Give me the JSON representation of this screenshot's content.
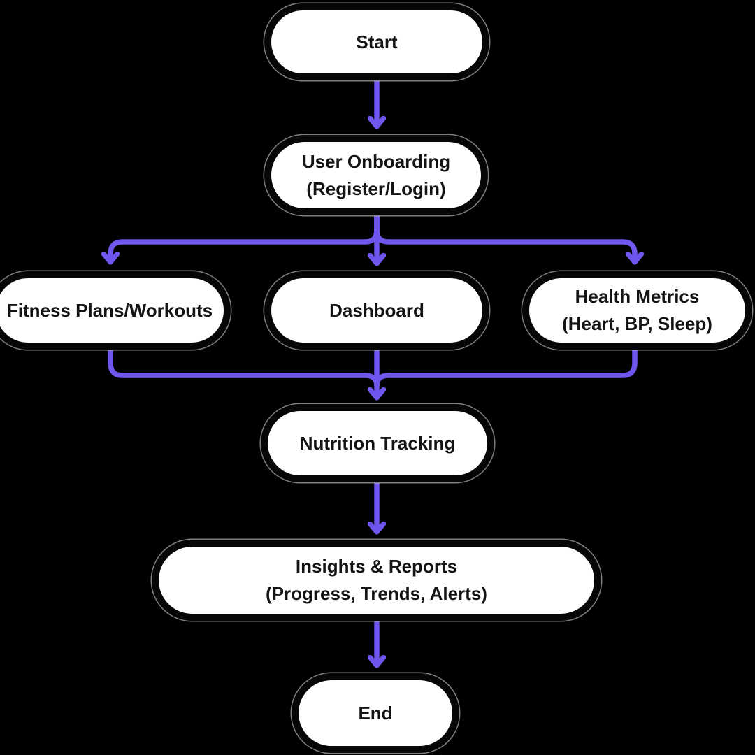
{
  "colors": {
    "background": "#000000",
    "node_fill": "#ffffff",
    "node_border": "#060606",
    "node_text": "#141414",
    "connector": "#7056ee"
  },
  "nodes": {
    "start": {
      "line1": "Start",
      "line2": ""
    },
    "onboarding": {
      "line1": "User Onboarding",
      "line2": "(Register/Login)"
    },
    "fitness": {
      "line1": "Fitness Plans/Workouts",
      "line2": ""
    },
    "dashboard": {
      "line1": "Dashboard",
      "line2": ""
    },
    "health": {
      "line1": "Health Metrics",
      "line2": "(Heart, BP, Sleep)"
    },
    "nutrition": {
      "line1": "Nutrition Tracking",
      "line2": ""
    },
    "insights": {
      "line1": "Insights & Reports",
      "line2": "(Progress, Trends, Alerts)"
    },
    "end": {
      "line1": "End",
      "line2": ""
    }
  },
  "edges": [
    {
      "from": "Start",
      "to": "User Onboarding (Register/Login)"
    },
    {
      "from": "User Onboarding (Register/Login)",
      "to": "Fitness Plans/Workouts"
    },
    {
      "from": "User Onboarding (Register/Login)",
      "to": "Dashboard"
    },
    {
      "from": "User Onboarding (Register/Login)",
      "to": "Health Metrics (Heart, BP, Sleep)"
    },
    {
      "from": "Fitness Plans/Workouts",
      "to": "Nutrition Tracking"
    },
    {
      "from": "Dashboard",
      "to": "Nutrition Tracking"
    },
    {
      "from": "Health Metrics (Heart, BP, Sleep)",
      "to": "Nutrition Tracking"
    },
    {
      "from": "Nutrition Tracking",
      "to": "Insights & Reports (Progress, Trends, Alerts)"
    },
    {
      "from": "Insights & Reports (Progress, Trends, Alerts)",
      "to": "End"
    }
  ]
}
